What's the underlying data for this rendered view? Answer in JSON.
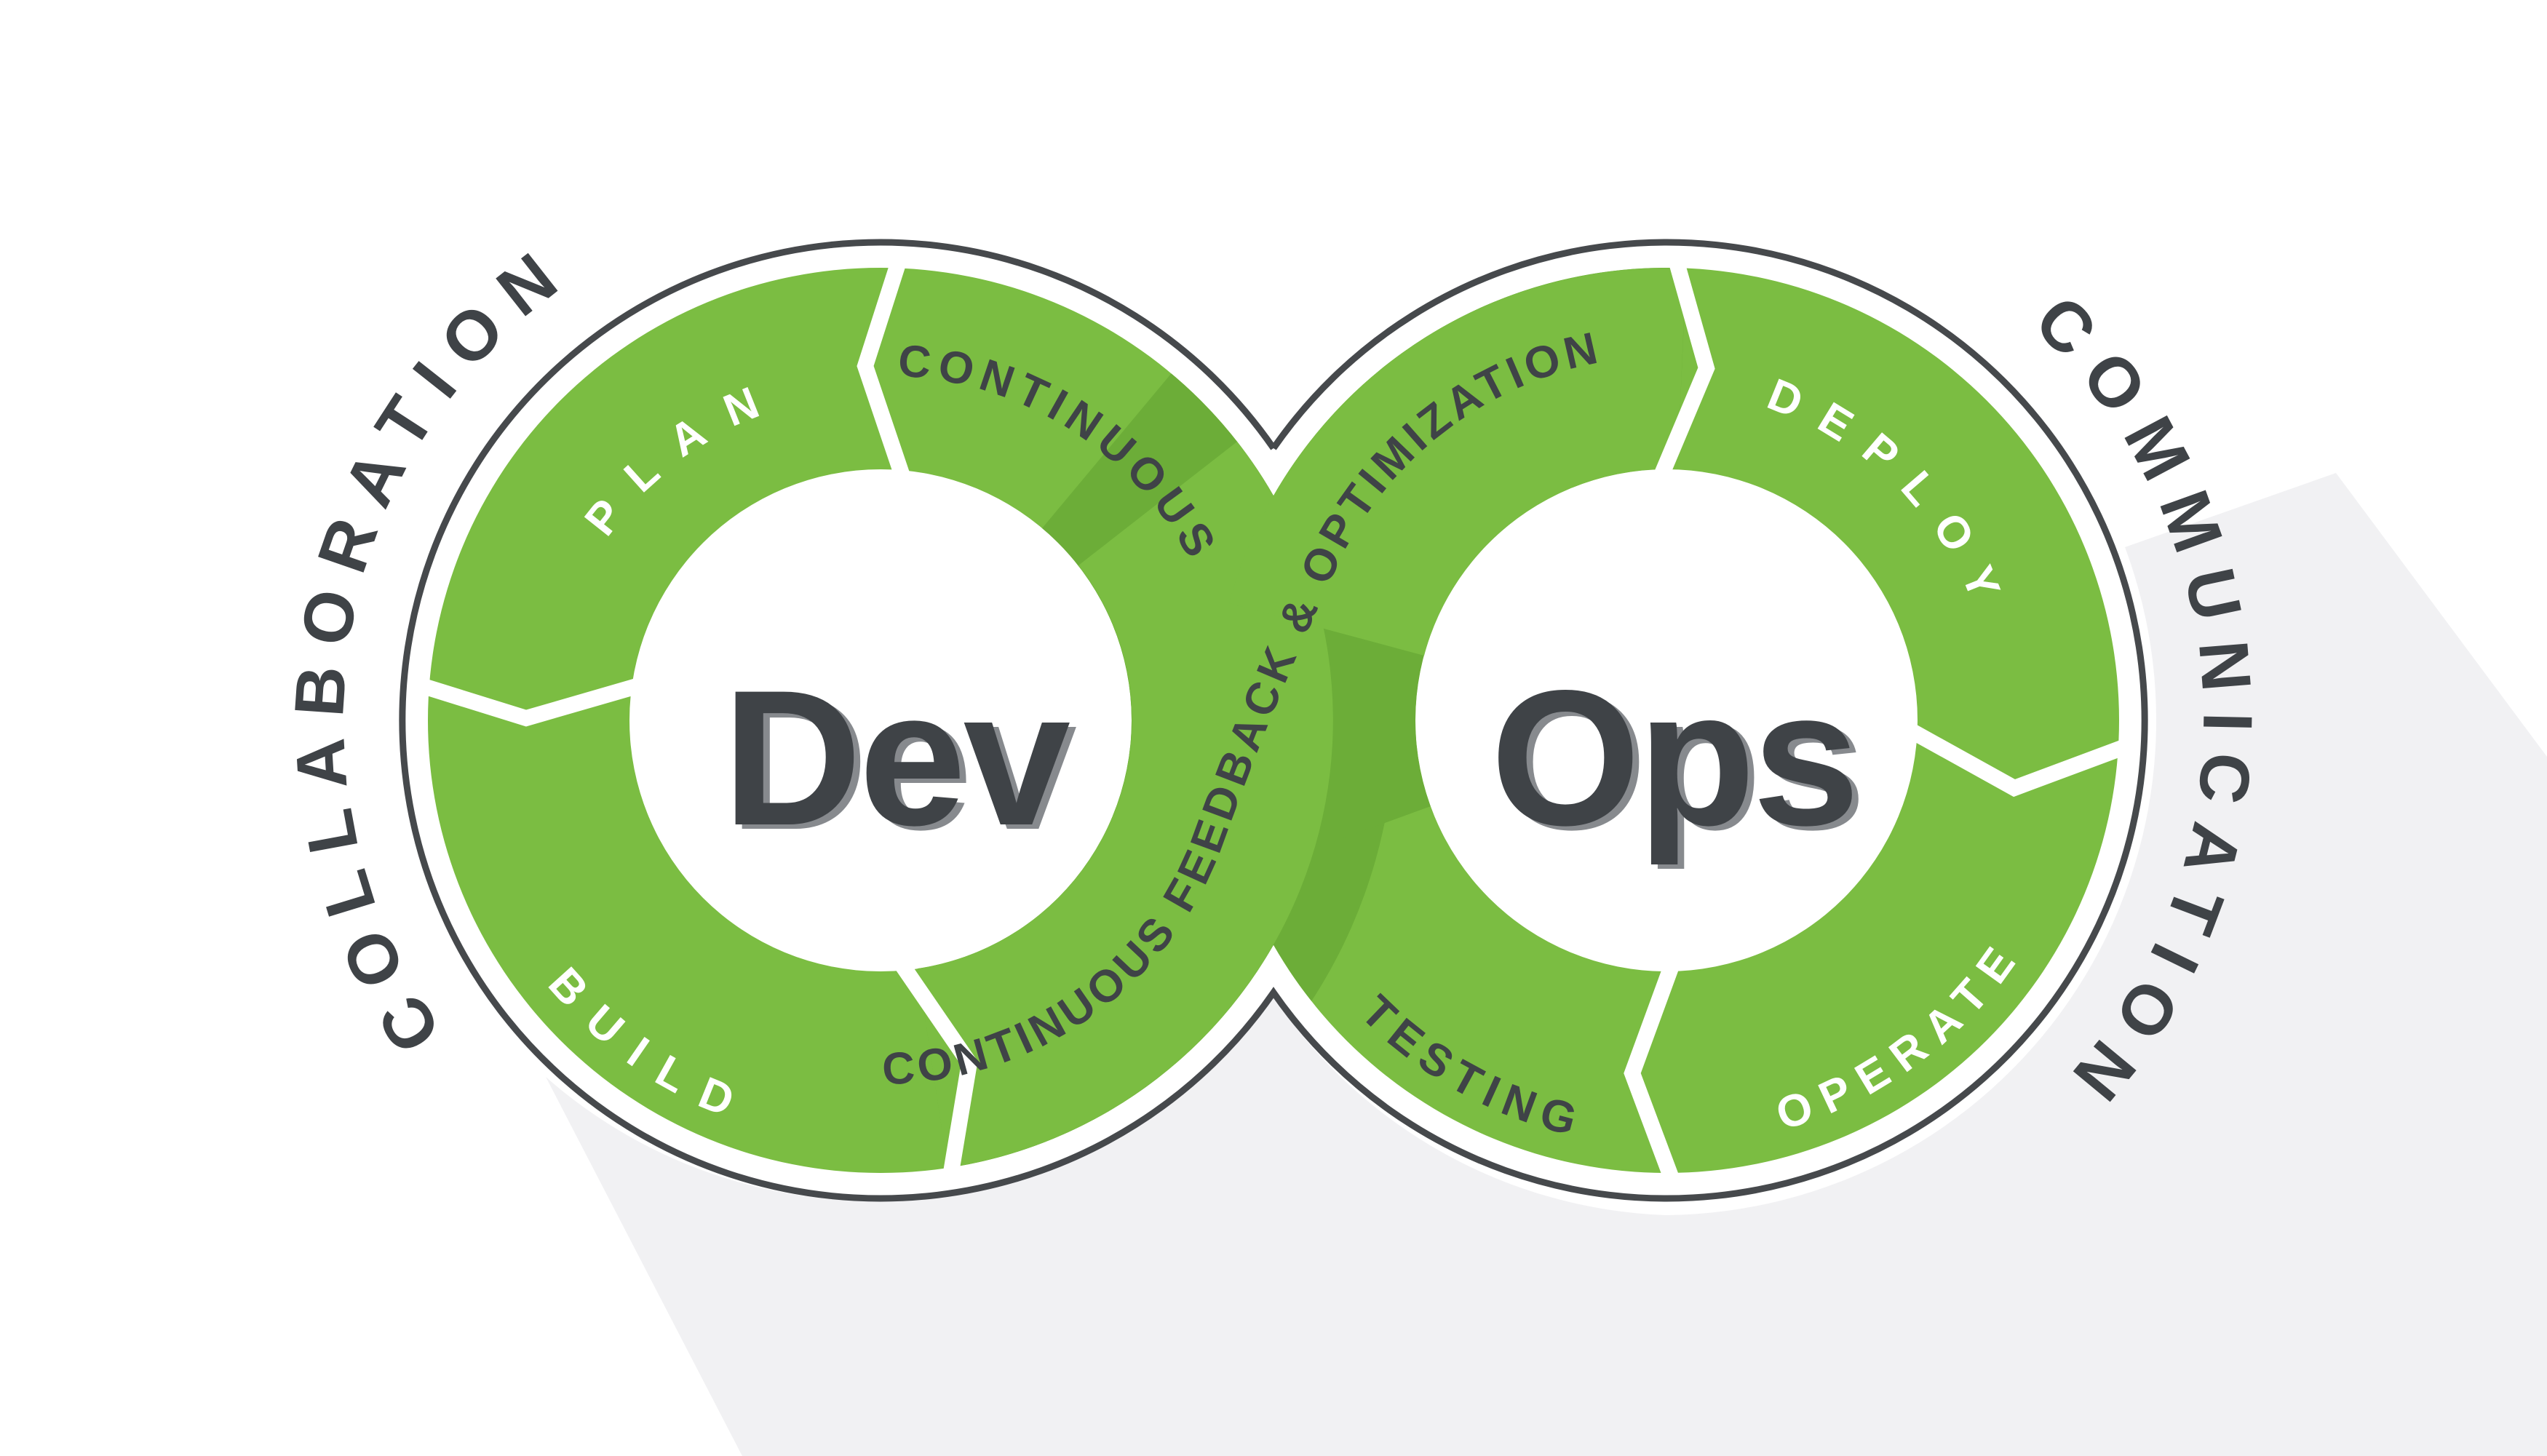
{
  "diagram": {
    "type": "devops-infinity-loop",
    "colors": {
      "green": "#7BBD42",
      "green_overlap_shadow": "#6CAD38",
      "ink": "#3F4347",
      "outline": "#46494C",
      "white": "#FFFFFF",
      "background": "#FFFFFF",
      "cast_shadow": "#F1F1F3",
      "big_word_shadow": "#878A8E"
    },
    "left_loop": {
      "center_label": "Dev",
      "outer_label": "COLLABORATION",
      "segments": {
        "plan": "PLAN",
        "continuous": "CONTINUOUS",
        "build": "BUILD"
      }
    },
    "right_loop": {
      "center_label": "Ops",
      "outer_label": "COMMUNICATION",
      "segments": {
        "deploy": "DEPLOY",
        "testing": "TESTING",
        "operate": "OPERATE"
      }
    },
    "crossover_label": "CONTINUOUS FEEDBACK & OPTIMIZATION"
  }
}
